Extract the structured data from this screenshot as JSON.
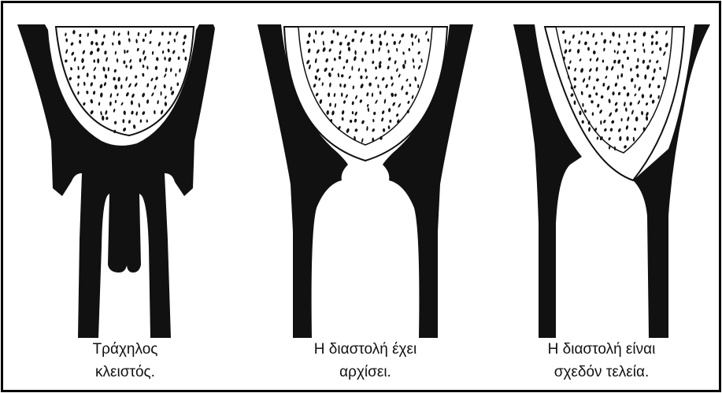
{
  "colors": {
    "ink": "#111111",
    "paper": "#ffffff"
  },
  "stages": [
    {
      "caption_line1": "Τράχηλος",
      "caption_line2": "κλειστός."
    },
    {
      "caption_line1": "Η διαστολή έχει",
      "caption_line2": "αρχίσει."
    },
    {
      "caption_line1": "Η διαστολή είναι",
      "caption_line2": "σχεδόν τελεία."
    }
  ]
}
